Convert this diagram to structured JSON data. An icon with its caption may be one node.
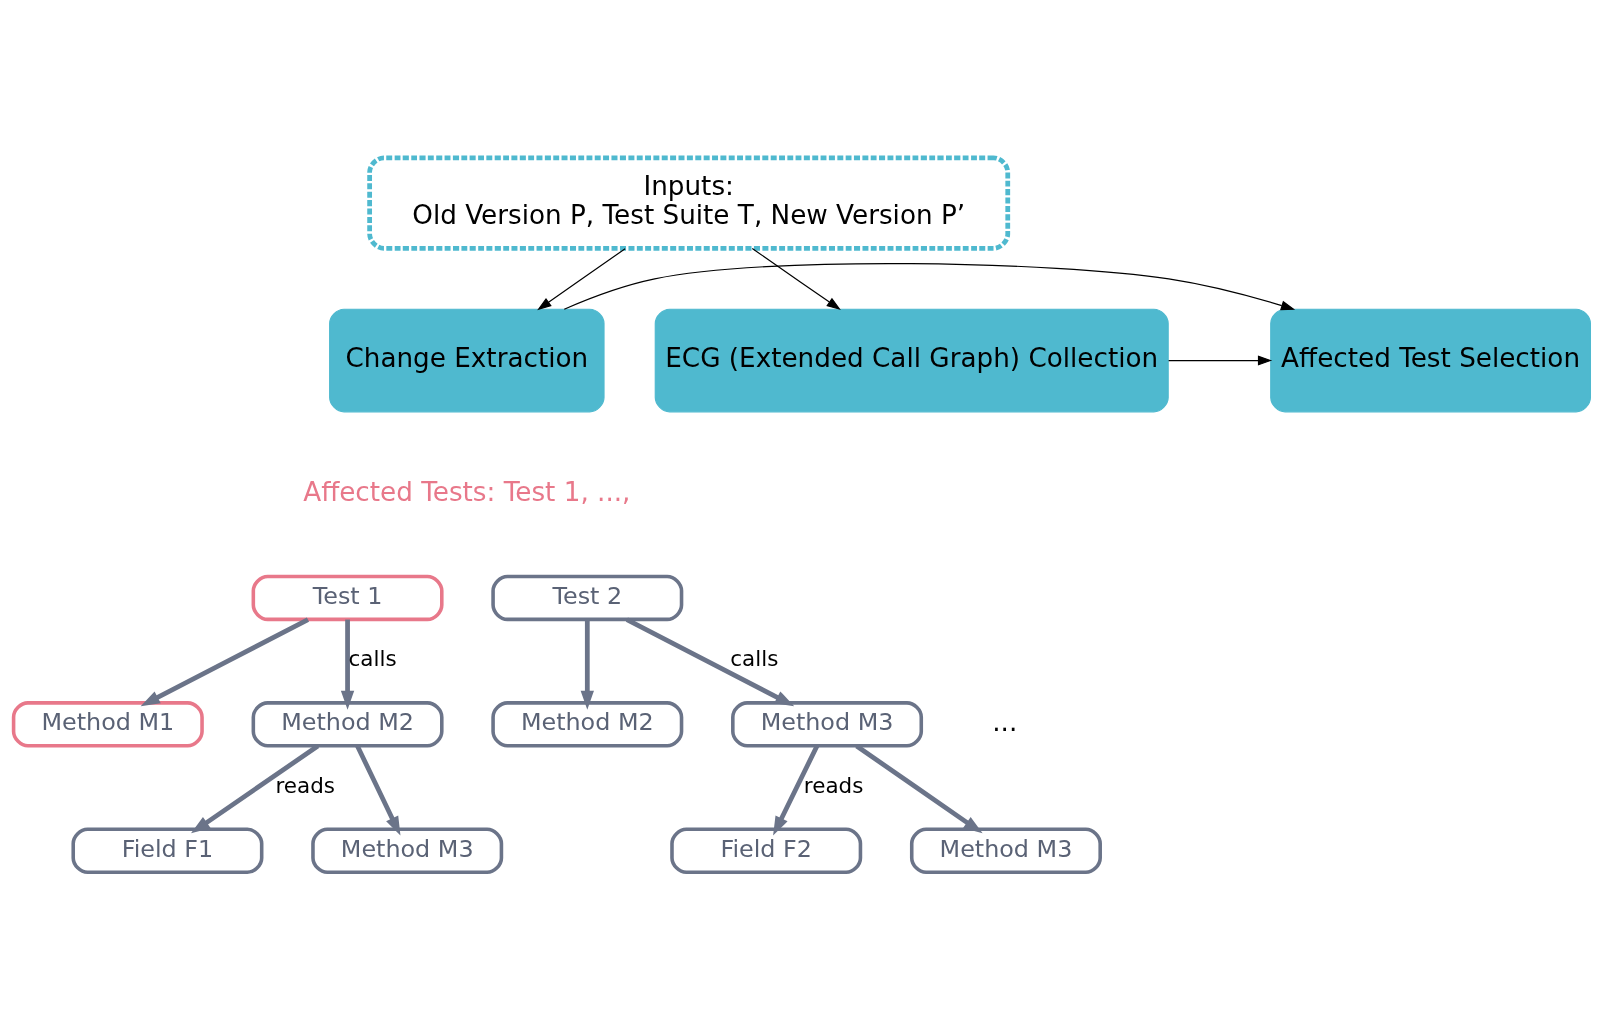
{
  "diagram": {
    "nodes": [
      {
        "text": [
          "Inputs:",
          "Old Version P, Test Suite T, New Version P’"
        ]
      },
      {
        "text": [
          "Change Extraction"
        ]
      },
      {
        "text": [
          "ECG (Extended Call Graph) Collection"
        ]
      },
      {
        "text": [
          "Affected Test Selection"
        ]
      },
      {
        "text": [
          "Test 1"
        ]
      },
      {
        "text": [
          "Method M1"
        ]
      },
      {
        "text": [
          "Method M2"
        ]
      },
      {
        "text": [
          "Field F1"
        ]
      },
      {
        "text": [
          "Method M3"
        ]
      },
      {
        "text": [
          "Test 2"
        ]
      },
      {
        "text": [
          "Method M2"
        ]
      },
      {
        "text": [
          "Method M3"
        ]
      },
      {
        "text": [
          "Field F2"
        ]
      },
      {
        "text": [
          "Method M3"
        ]
      }
    ],
    "edges": [
      {
        "from": 0,
        "to": 1,
        "arrow": "to",
        "color": "#000000"
      },
      {
        "from": 0,
        "to": 2,
        "arrow": "to",
        "color": "#000000"
      },
      {
        "from": 1,
        "to": 3,
        "arrow": "to",
        "color": "#000000"
      },
      {
        "from": 2,
        "to": 3,
        "arrow": "to",
        "color": "#000000"
      },
      {
        "from": 4,
        "to": 5,
        "arrow": "to"
      },
      {
        "from": 4,
        "to": 6,
        "arrow": "to",
        "label": "calls"
      },
      {
        "from": 6,
        "to": 7,
        "arrow": "to",
        "label": "reads"
      },
      {
        "from": 6,
        "to": 8,
        "arrow": "to"
      },
      {
        "from": 9,
        "to": 10,
        "arrow": "to"
      },
      {
        "from": 9,
        "to": 11,
        "arrow": "to",
        "label": "calls"
      },
      {
        "from": 11,
        "to": 12,
        "arrow": "to",
        "label": "reads"
      },
      {
        "from": 11,
        "to": 13,
        "arrow": "to"
      }
    ],
    "labels": [
      "Affected Tests: Test 1, ...,",
      "..."
    ]
  }
}
